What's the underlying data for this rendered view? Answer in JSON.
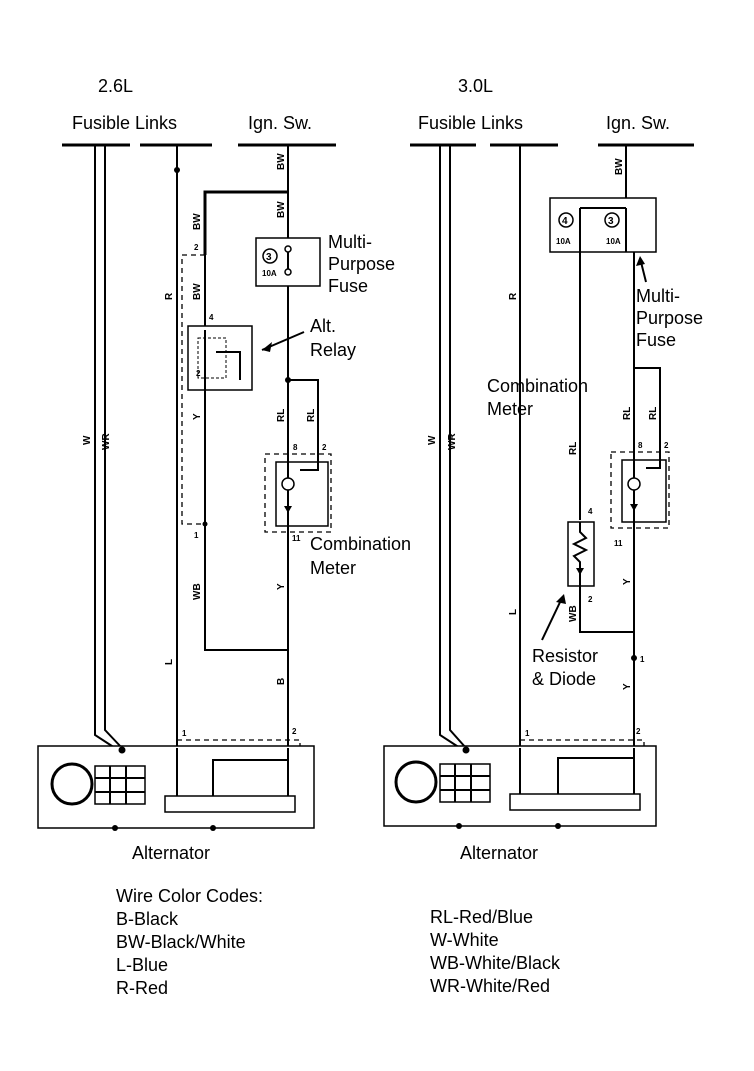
{
  "left": {
    "engine": "2.6L",
    "fusible_links": "Fusible Links",
    "ign_sw": "Ign. Sw.",
    "fuse_label": [
      "Multi-",
      "Purpose",
      "Fuse"
    ],
    "fuse_num": "3",
    "fuse_amp": "10A",
    "relay_label": [
      "Alt.",
      "Relay"
    ],
    "meter_label": [
      "Combination",
      "Meter"
    ],
    "alternator": "Alternator",
    "wires": {
      "bw1": "BW",
      "bw2": "BW",
      "bw3": "BW",
      "bw4": "BW",
      "r": "R",
      "w": "W",
      "wr": "WR",
      "l": "L",
      "y": "Y",
      "wb": "WB",
      "rl1": "RL",
      "rl2": "RL",
      "b": "B",
      "y2": "Y"
    },
    "pins": {
      "p2a": "2",
      "p4": "4",
      "p2b": "2",
      "p1": "1",
      "p8": "8",
      "p2c": "2",
      "p11": "11",
      "alt1": "1",
      "alt2": "2"
    }
  },
  "right": {
    "engine": "3.0L",
    "fusible_links": "Fusible Links",
    "ign_sw": "Ign. Sw.",
    "fuse_label": [
      "Multi-",
      "Purpose",
      "Fuse"
    ],
    "fuse4_num": "4",
    "fuse3_num": "3",
    "fuse_amp": "10A",
    "meter_label": [
      "Combination",
      "Meter"
    ],
    "resistor_label": [
      "Resistor",
      "& Diode"
    ],
    "alternator": "Alternator",
    "wires": {
      "bw": "BW",
      "r": "R",
      "w": "W",
      "wr": "WR",
      "l": "L",
      "rl1": "RL",
      "rl2": "RL",
      "rl3": "RL",
      "y": "Y",
      "wb": "WB",
      "y2": "Y"
    },
    "pins": {
      "p4": "4",
      "p2": "2",
      "p8": "8",
      "p2b": "2",
      "p11": "11",
      "p1": "1",
      "alt1": "1",
      "alt2": "2"
    }
  },
  "legend": {
    "title": "Wire Color Codes:",
    "col1": [
      "B-Black",
      "BW-Black/White",
      "L-Blue",
      "R-Red"
    ],
    "col2": [
      "RL-Red/Blue",
      "W-White",
      "WB-White/Black",
      "WR-White/Red"
    ]
  }
}
